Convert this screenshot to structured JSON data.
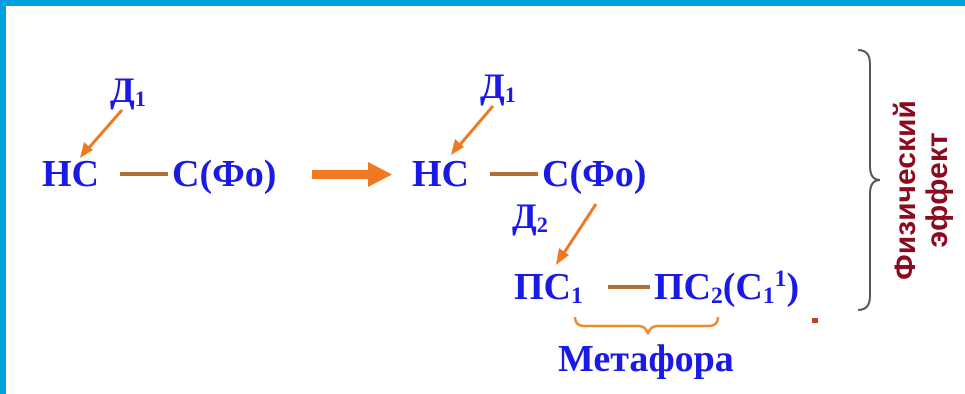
{
  "colors": {
    "border": "#00a0e0",
    "formula": "#1a1ae6",
    "connector": "#b07030",
    "arrow": "#f07820",
    "brace": "#555555",
    "underbrace": "#f08a30",
    "side_label": "#8b0a1e"
  },
  "left": {
    "d1": "Д",
    "d1_sub": "1",
    "hc": "НС",
    "c_fo": "С(Фо)"
  },
  "right": {
    "d1": "Д",
    "d1_sub": "1",
    "hc": "НС",
    "c_fo": "С(Фо)",
    "d2": "Д",
    "d2_sub": "2",
    "ps1": "ПС",
    "ps1_sub": "1",
    "ps2": "ПС",
    "ps2_sub": "2",
    "c_open": "(С",
    "c_sub": "1",
    "c_sup": "1",
    "c_close": ")"
  },
  "metaphor": "Метафора",
  "side_label": {
    "line1": "Физический",
    "line2": "эффект"
  },
  "icons": {
    "transition": "right-arrow-icon",
    "brace": "right-curly-brace-icon",
    "underbrace": "underbrace-icon"
  }
}
